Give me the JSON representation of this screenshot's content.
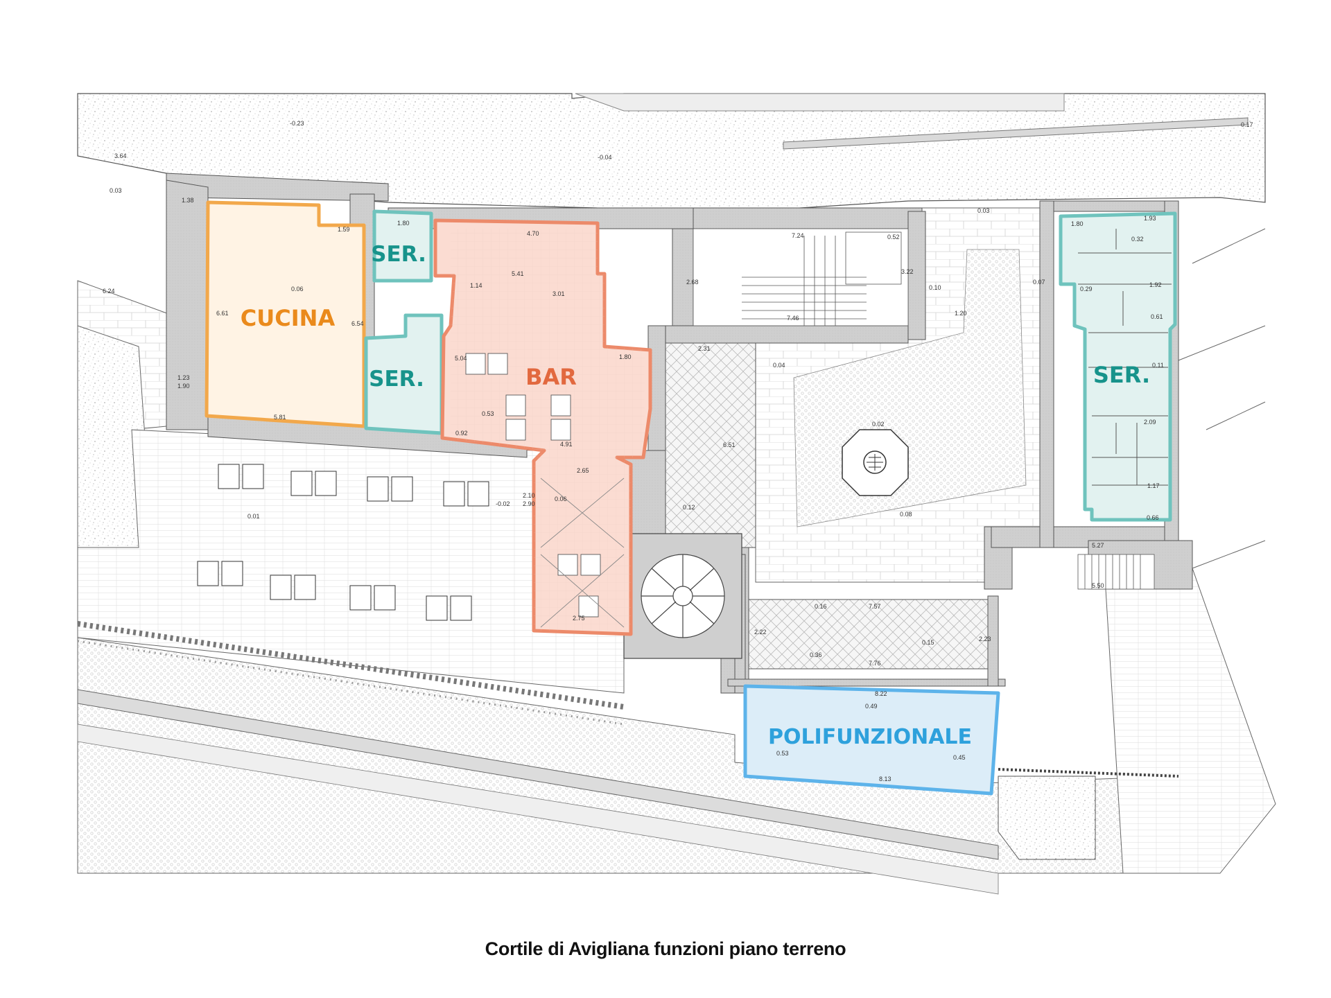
{
  "caption": "Cortile di Avigliana funzioni piano terreno",
  "colors": {
    "cucina": "#f2a84b",
    "cucina_fill": "#fff3e4",
    "bar": "#ec8a6a",
    "bar_fill": "#fbdcd2",
    "ser": "#6fc3bd",
    "ser_fill": "#e2f2f0",
    "ser_text": "#17938b",
    "poli": "#5db3ea",
    "poli_fill": "#dcedf8",
    "poli_text": "#2ea1dc",
    "cucina_text": "#ea8a1c",
    "bar_text": "#e2693f"
  },
  "rooms": {
    "cucina": "CUCINA",
    "bar": "BAR",
    "ser_1": "SER.",
    "ser_2": "SER.",
    "ser_3": "SER.",
    "polifunzionale": "POLIFUNZIONALE"
  },
  "dimensions": {
    "d1": "3.64",
    "d2": "0.03",
    "d3": "1.38",
    "d4": "6.24",
    "d5": "1.59",
    "d6": "0.06",
    "d7": "6.61",
    "d8": "6.54",
    "d9": "1.23",
    "d10": "1.90",
    "d11": "5.81",
    "d12": "1.80",
    "d13": "4.70",
    "d14": "5.41",
    "d15": "1.14",
    "d16": "3.01",
    "d17": "5.04",
    "d18": "0.53",
    "d19": "4.91",
    "d20": "0.92",
    "d21": "1.80",
    "d22": "2.65",
    "d23": "2.75",
    "d24": "2.10",
    "d25": "2.90",
    "d26": "7.24",
    "d27": "7.46",
    "d28": "2.68",
    "d29": "3.22",
    "d30": "2.31",
    "d31": "6.51",
    "d32": "1.20",
    "d33": "1.93",
    "d34": "1.92",
    "d35": "2.09",
    "d36": "1.17",
    "d37": "0.66",
    "d38": "5.27",
    "d39": "5.50",
    "d40": "7.57",
    "d41": "7.76",
    "d42": "2.22",
    "d43": "2.23",
    "d44": "8.22",
    "d45": "8.13",
    "d46": "0.49",
    "d47": "0.53",
    "d48": "0.45",
    "d49": "-0.23",
    "d50": "-0.04",
    "d51": "0.17",
    "d52": "0.03",
    "d53": "0.52",
    "d54": "0.10",
    "d55": "0.07",
    "d56": "0.04",
    "d57": "0.02",
    "d58": "0.08",
    "d59": "0.12",
    "d60": "0.16",
    "d61": "0.36",
    "d62": "0.15",
    "d63": "0.01",
    "d64": "-0.02",
    "d65": "0.06",
    "d66": "1.80",
    "d67": "0.29",
    "d68": "0.32",
    "d69": "0.61",
    "d70": "0.11"
  }
}
